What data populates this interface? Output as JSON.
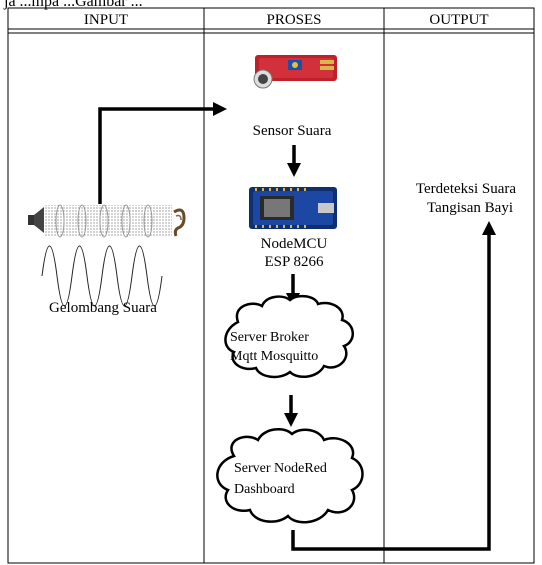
{
  "caption_fragment": "ja ...mpa ...Gambar ...",
  "columns": {
    "input": "INPUT",
    "process": "PROSES",
    "output": "OUTPUT"
  },
  "input": {
    "label": "Gelombang Suara"
  },
  "process": {
    "sensor_label": "Sensor Suara",
    "nodemcu_line1": "NodeMCU",
    "nodemcu_line2": "ESP 8266",
    "broker_line1": "Server Broker",
    "broker_line2": "Mqtt Mosquitto",
    "nodered_line1": "Server NodeRed",
    "nodered_line2": "Dashboard"
  },
  "output": {
    "line1": "Terdeteksi Suara",
    "line2": "Tangisan Bayi"
  }
}
